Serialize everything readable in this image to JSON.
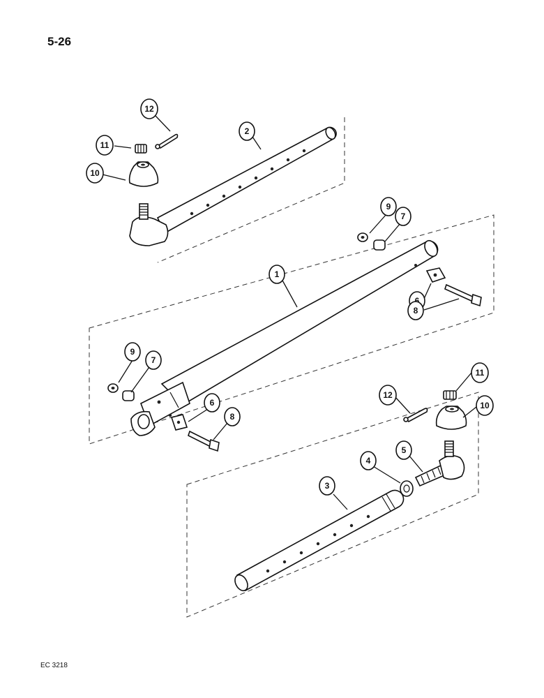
{
  "header": {
    "page_number": "5-26"
  },
  "footer": {
    "code": "EC 3218"
  },
  "callouts": {
    "c1": "1",
    "c2": "2",
    "c3": "3",
    "c4": "4",
    "c5": "5",
    "c6a": "6",
    "c6b": "6",
    "c7a": "7",
    "c7b": "7",
    "c8a": "8",
    "c8b": "8",
    "c9a": "9",
    "c9b": "9",
    "c10a": "10",
    "c10b": "10",
    "c11a": "11",
    "c11b": "11",
    "c12a": "12",
    "c12b": "12"
  }
}
